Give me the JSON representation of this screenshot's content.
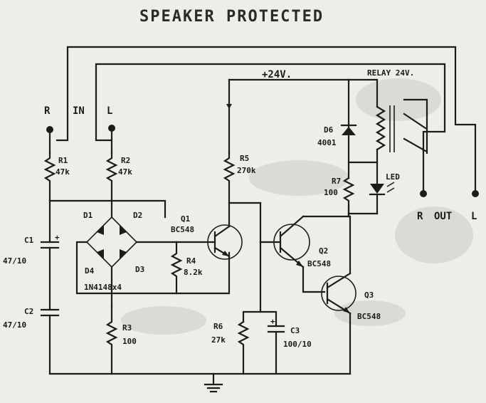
{
  "title": "SPEAKER PROTECTED",
  "supply": "+24V.",
  "relay": "RELAY 24V.",
  "inputs": {
    "r": "R",
    "in": "IN",
    "l": "L"
  },
  "outputs": {
    "r": "R",
    "out": "OUT",
    "l": "L"
  },
  "components": {
    "r1": {
      "name": "R1",
      "value": "47k"
    },
    "r2": {
      "name": "R2",
      "value": "47k"
    },
    "r3": {
      "name": "R3",
      "value": "100"
    },
    "r4": {
      "name": "R4",
      "value": "8.2k"
    },
    "r5": {
      "name": "R5",
      "value": "270k"
    },
    "r6": {
      "name": "R6",
      "value": "27k"
    },
    "r7": {
      "name": "R7",
      "value": "100"
    },
    "c1": {
      "name": "C1",
      "value": "47/10"
    },
    "c2": {
      "name": "C2",
      "value": "47/10"
    },
    "c3": {
      "name": "C3",
      "value": "100/10"
    },
    "q1": {
      "name": "Q1",
      "value": "BC548"
    },
    "q2": {
      "name": "Q2",
      "value": "BC548"
    },
    "q3": {
      "name": "Q3",
      "value": "BC548"
    },
    "d6": {
      "name": "D6",
      "value": "4001"
    },
    "led": {
      "name": "LED"
    },
    "bridge": {
      "d1": "D1",
      "d2": "D2",
      "d3": "D3",
      "d4": "D4",
      "type": "1N4148x4"
    }
  }
}
